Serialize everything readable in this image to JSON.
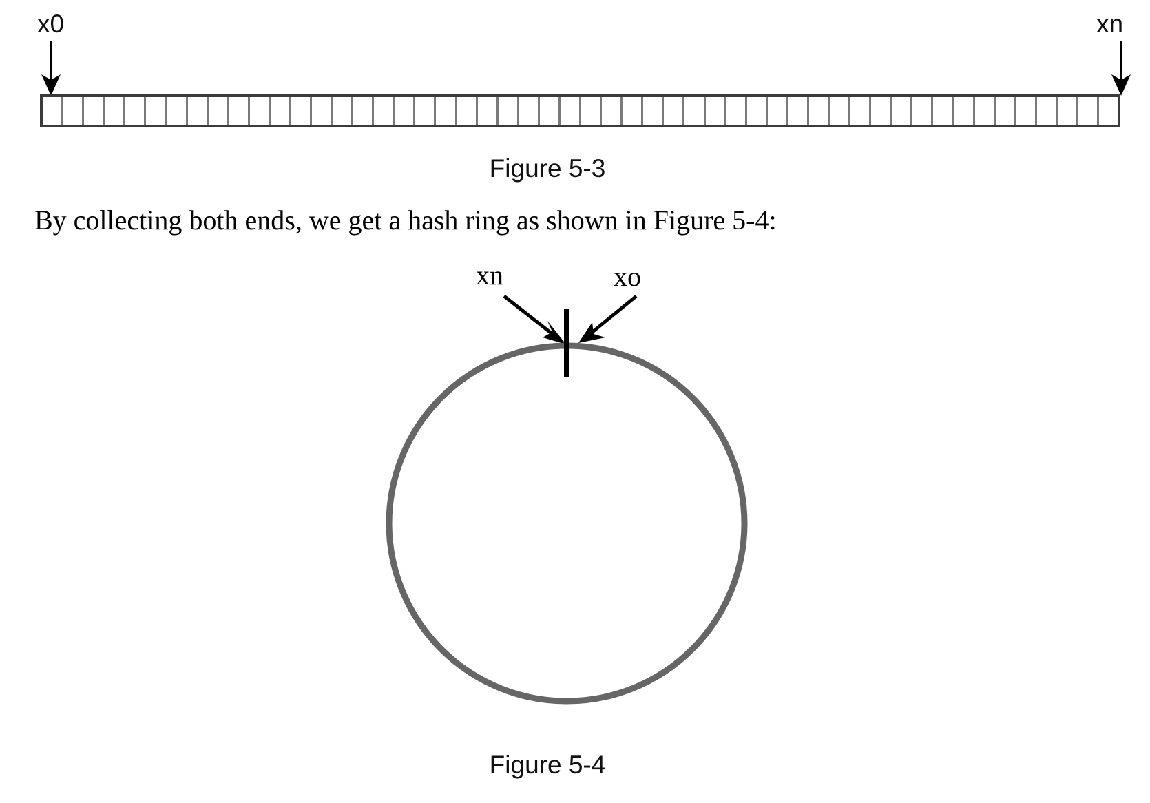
{
  "page": {
    "background": "#ffffff",
    "text_color": "#000000"
  },
  "figure_5_3": {
    "caption": "Figure 5-3",
    "start_label": "x0",
    "end_label": "xn",
    "cell_count": 52,
    "bar_border_color": "#3b3b3b",
    "cell_divider_color": "#7a7a7a",
    "arrow_color": "#000000",
    "start_arrow_icon": "down-arrow-icon",
    "end_arrow_icon": "down-arrow-icon"
  },
  "paragraph": {
    "text": "By collecting both ends, we get a hash ring as shown in Figure 5-4:"
  },
  "figure_5_4": {
    "caption": "Figure 5-4",
    "left_label": "xn",
    "right_label": "xo",
    "ring_color": "#666666",
    "ring_stroke_width": 9,
    "tick_color": "#000000",
    "arrow_color": "#000000",
    "left_arrow_icon": "diagonal-arrow-down-right-icon",
    "right_arrow_icon": "diagonal-arrow-down-left-icon",
    "tick_icon": "ring-origin-tick-icon"
  }
}
